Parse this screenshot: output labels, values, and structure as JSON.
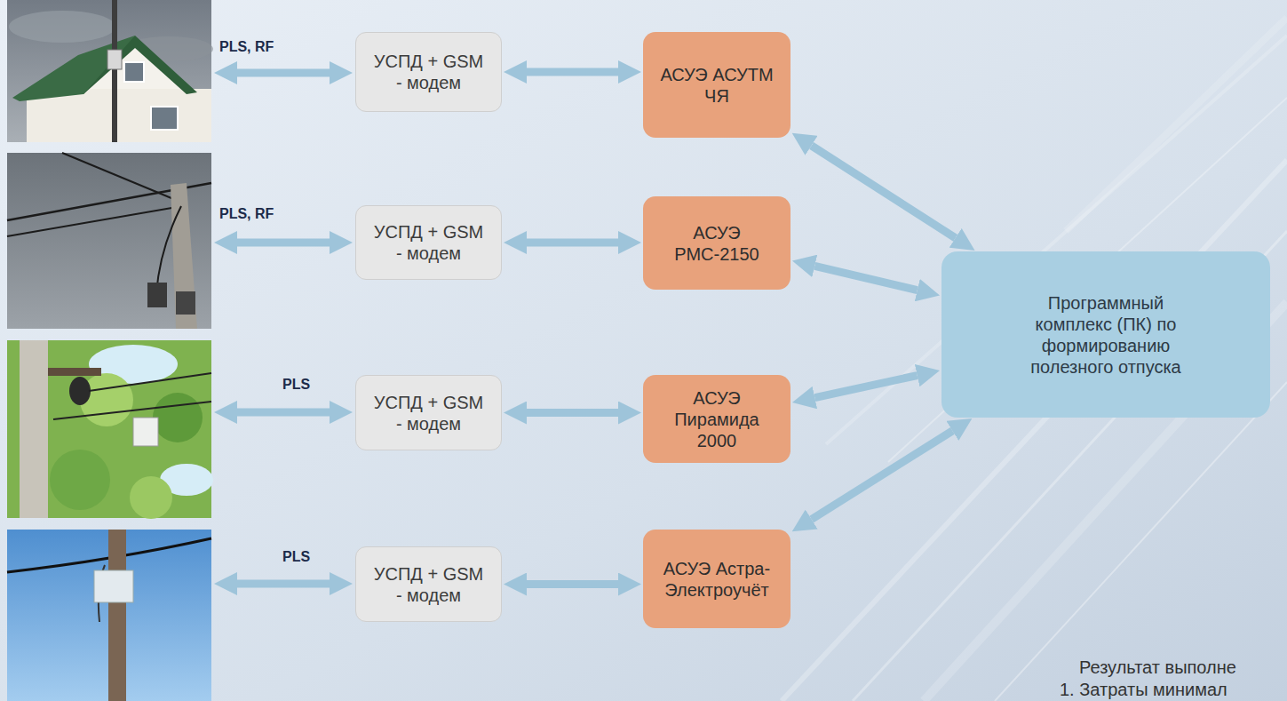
{
  "diagram": {
    "nodes": [
      {
        "text": [
          "УСПД + GSM - модем"
        ]
      },
      {
        "text": [
          "АСУЭ АСУТМ ЧЯ"
        ]
      },
      {
        "text": [
          "УСПД + GSM - модем"
        ]
      },
      {
        "text": [
          "АСУЭ РМС-2150"
        ]
      },
      {
        "text": [
          "УСПД + GSM - модем"
        ]
      },
      {
        "text": [
          "АСУЭ Пирамида 2000"
        ]
      },
      {
        "text": [
          "УСПД + GSM - модем"
        ]
      },
      {
        "text": [
          "АСУЭ Астра-Электроучёт"
        ]
      },
      {
        "text": [
          "Программный комплекс (ПК) по формированию полезного отпуска"
        ]
      }
    ],
    "edges": [
      {
        "from": 0,
        "to": 1,
        "arrow": "both"
      },
      {
        "from": 2,
        "to": 3,
        "arrow": "both"
      },
      {
        "from": 4,
        "to": 5,
        "arrow": "both"
      },
      {
        "from": 6,
        "to": 7,
        "arrow": "both"
      },
      {
        "from": 1,
        "to": 8,
        "arrow": "both"
      },
      {
        "from": 3,
        "to": 8,
        "arrow": "both"
      },
      {
        "from": 5,
        "to": 8,
        "arrow": "both"
      },
      {
        "from": 7,
        "to": 8,
        "arrow": "both"
      }
    ],
    "labels": [
      "PLS, RF",
      "PLS, RF",
      "PLS",
      "PLS",
      "Результат выполне",
      "1. Затраты минимал"
    ]
  }
}
